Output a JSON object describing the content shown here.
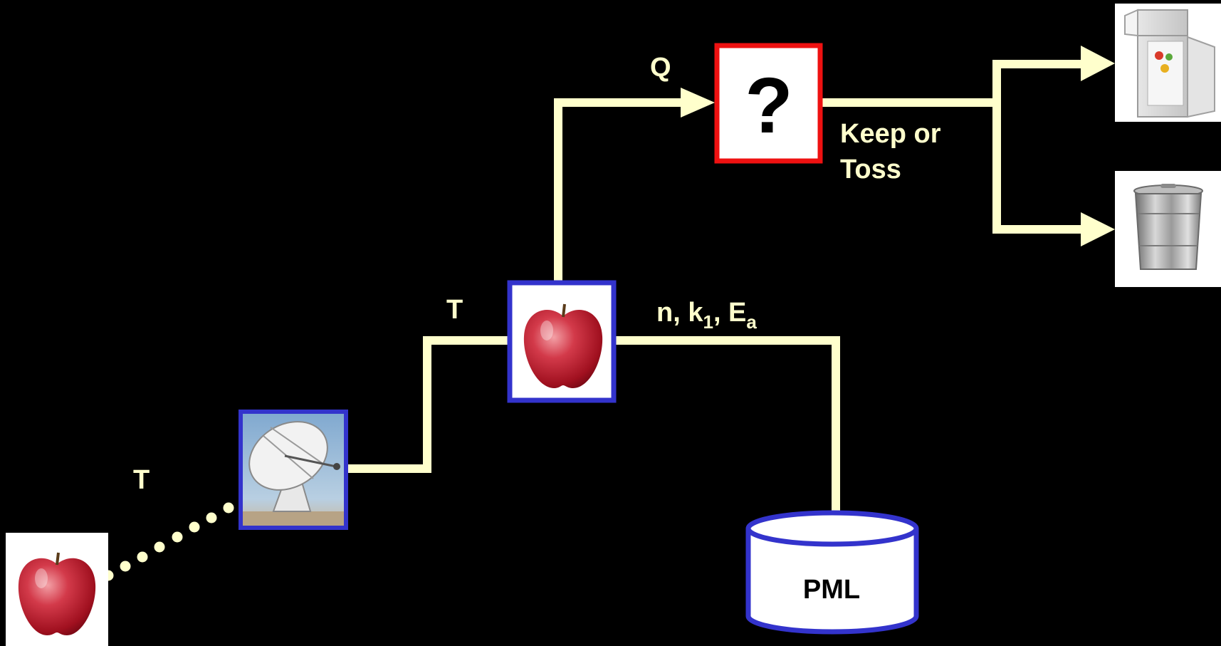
{
  "colors": {
    "background": "#000000",
    "connector": "#ffffcc",
    "node_border_blue": "#3333cc",
    "decision_border": "#ee1111",
    "label_text": "#ffffcc",
    "node_fill": "#ffffff",
    "node_text": "#000000"
  },
  "labels": {
    "sensor_input": "T",
    "reader_input": "T",
    "quality": "Q",
    "params_main": "n, k",
    "params_sub1": "1",
    "params_sep": ", E",
    "params_sub2": "a",
    "decision_mark": "?",
    "decision_output_line1": "Keep or",
    "decision_output_line2": "Toss",
    "database": "PML"
  },
  "nodes": [
    {
      "id": "apple-source",
      "icon": "red-apple-photo"
    },
    {
      "id": "sensor",
      "icon": "radio-telescope-dish-photo"
    },
    {
      "id": "apple-tag",
      "icon": "red-apple-photo"
    },
    {
      "id": "decision",
      "icon": "question-mark"
    },
    {
      "id": "database",
      "icon": "database-cylinder"
    },
    {
      "id": "keep-destination",
      "icon": "refrigerator-photo"
    },
    {
      "id": "toss-destination",
      "icon": "trash-can-photo"
    }
  ]
}
